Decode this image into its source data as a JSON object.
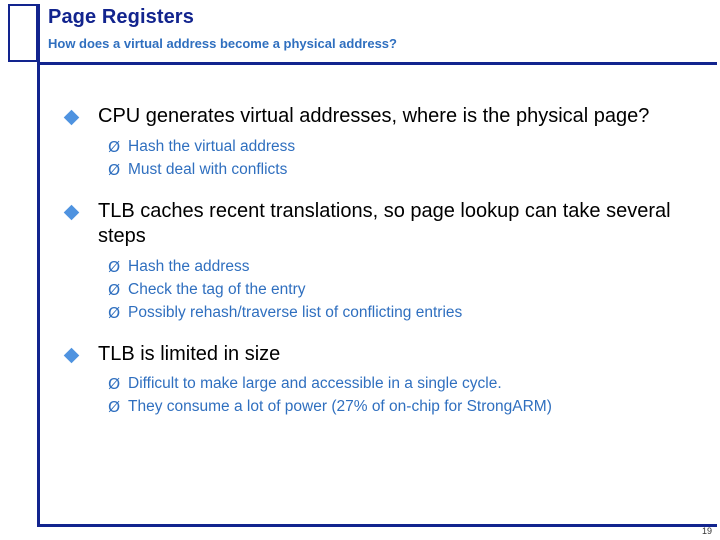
{
  "slide": {
    "title": "Page Registers",
    "subtitle": "How does a virtual address become a physical address?",
    "number": "19",
    "accent_color": "#12248e",
    "sub_accent_color": "#2f6fbf",
    "bullet_color": "#4f93e0",
    "sub_bullet_glyph": "Ø"
  },
  "bullets": [
    {
      "text": "CPU generates virtual addresses, where is the physical page?",
      "subs": [
        "Hash the virtual address",
        "Must deal with conflicts"
      ]
    },
    {
      "text": "TLB caches recent translations, so page lookup can take several steps",
      "subs": [
        "Hash the address",
        "Check the tag of the entry",
        "Possibly rehash/traverse list of conflicting entries"
      ]
    },
    {
      "text": "TLB is limited in size",
      "subs": [
        "Difficult to make large and accessible in a single cycle.",
        "They consume a lot of power (27% of on-chip for StrongARM)"
      ]
    }
  ]
}
